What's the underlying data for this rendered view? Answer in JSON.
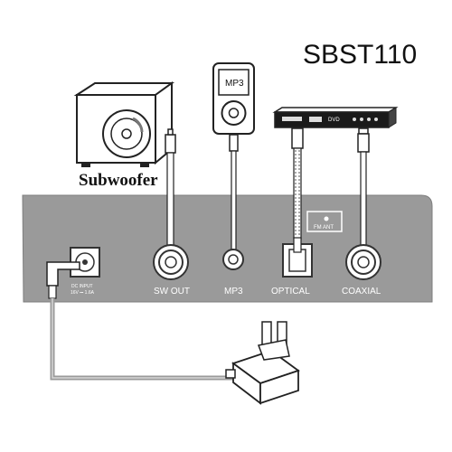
{
  "model": "SBST110",
  "subwoofer_label": "Subwoofer",
  "mp3_screen_label": "MP3",
  "dvd_label": "DVD",
  "panel": {
    "color": "#9a9a9a",
    "ports": {
      "sw_out": "SW OUT",
      "mp3": "MP3",
      "optical": "OPTICAL",
      "coaxial": "COAXIAL"
    },
    "fm_ant": "FM ANT",
    "dc_input_line1": "DC INPUT",
    "dc_input_line2": "16V ⎓ 1.6A"
  },
  "icons": {
    "subwoofer": "subwoofer-icon",
    "mp3_player": "mp3-player-icon",
    "dvd_player": "dvd-player-icon",
    "power_adapter": "power-adapter-icon"
  }
}
